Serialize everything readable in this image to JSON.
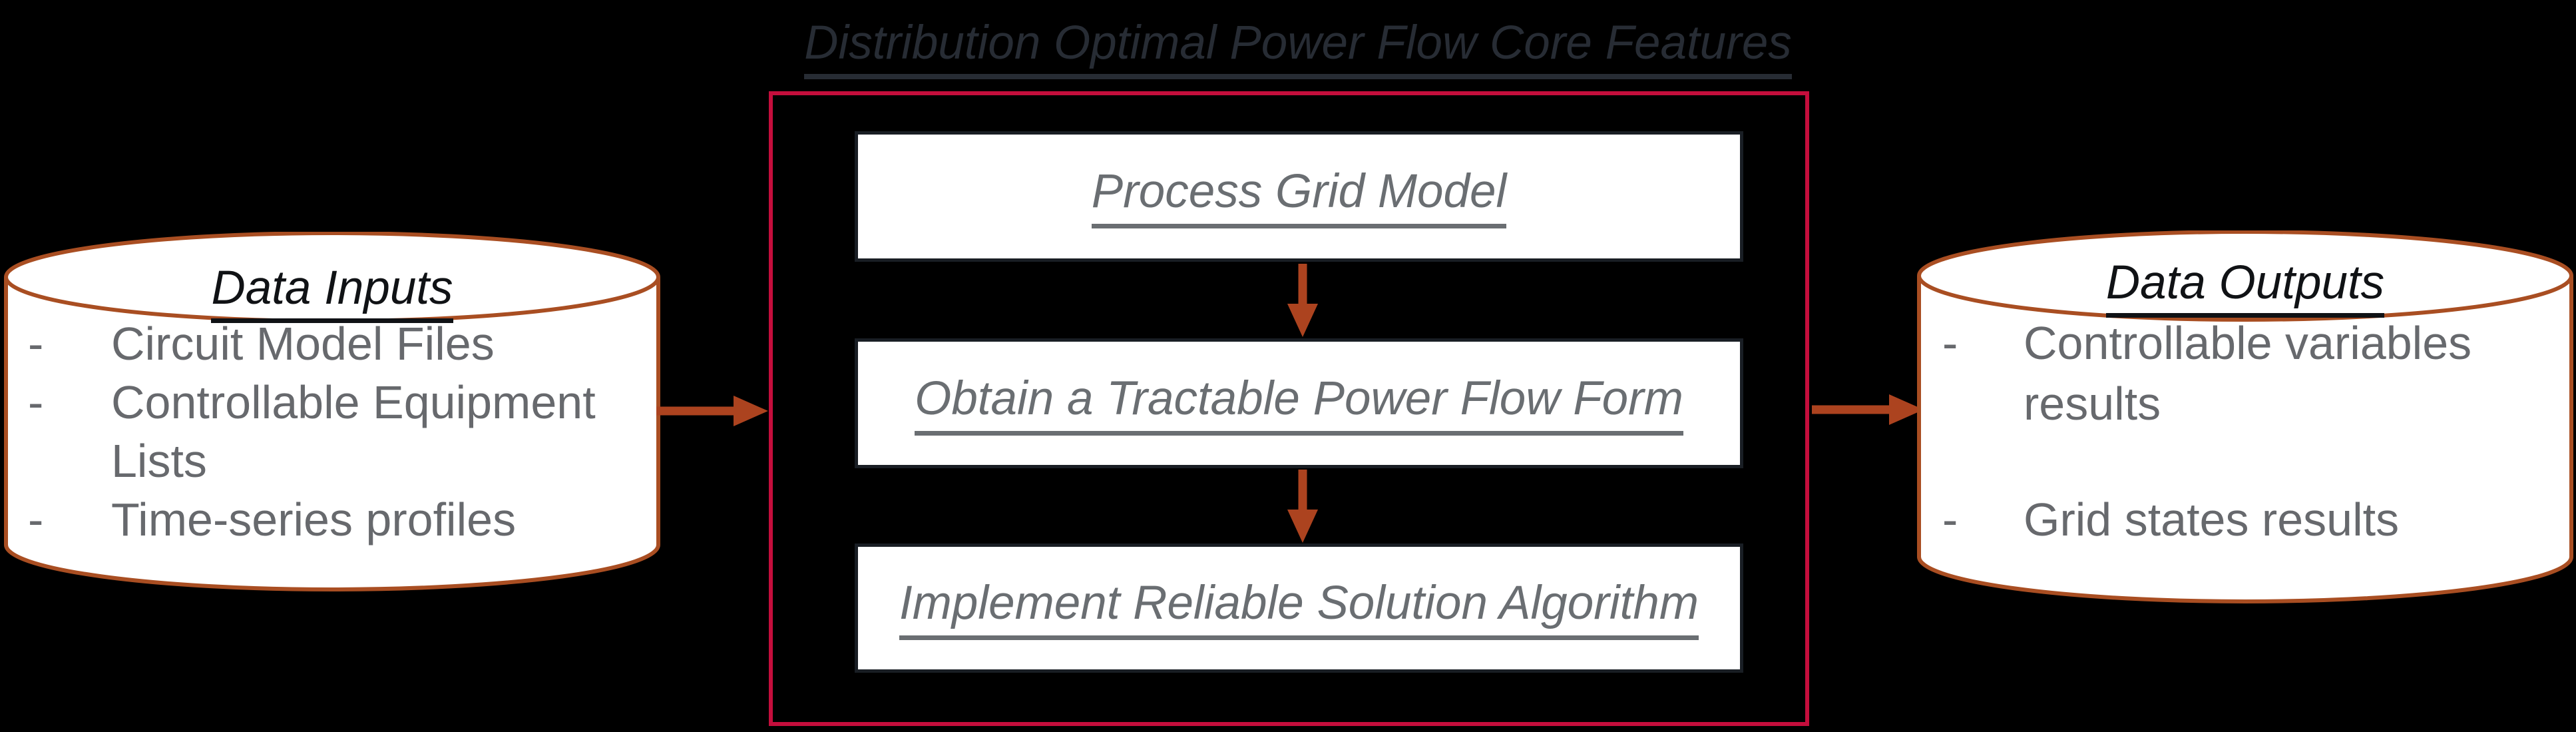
{
  "title": "Distribution Optimal Power Flow Core Features",
  "ui": {
    "bullet": "-"
  },
  "inputs": {
    "title": "Data Inputs",
    "items": [
      "Circuit Model Files",
      "Controllable Equipment Lists",
      "Time-series profiles"
    ]
  },
  "core": {
    "steps": [
      "Process Grid Model",
      "Obtain a Tractable Power Flow Form",
      "Implement Reliable Solution Algorithm"
    ]
  },
  "outputs": {
    "title": "Data Outputs",
    "items": [
      "Controllable variables results",
      "Grid states results"
    ]
  },
  "colors": {
    "bg": "#000000",
    "crimson": "#C40E3C",
    "rust": "#AC431F",
    "cylinder-stroke": "#A94E22",
    "gray-text": "#67696D",
    "dark-text": "#101215",
    "title-color": "#272C34",
    "box-border": "#191E24",
    "box-fill": "#FFFFFF"
  }
}
